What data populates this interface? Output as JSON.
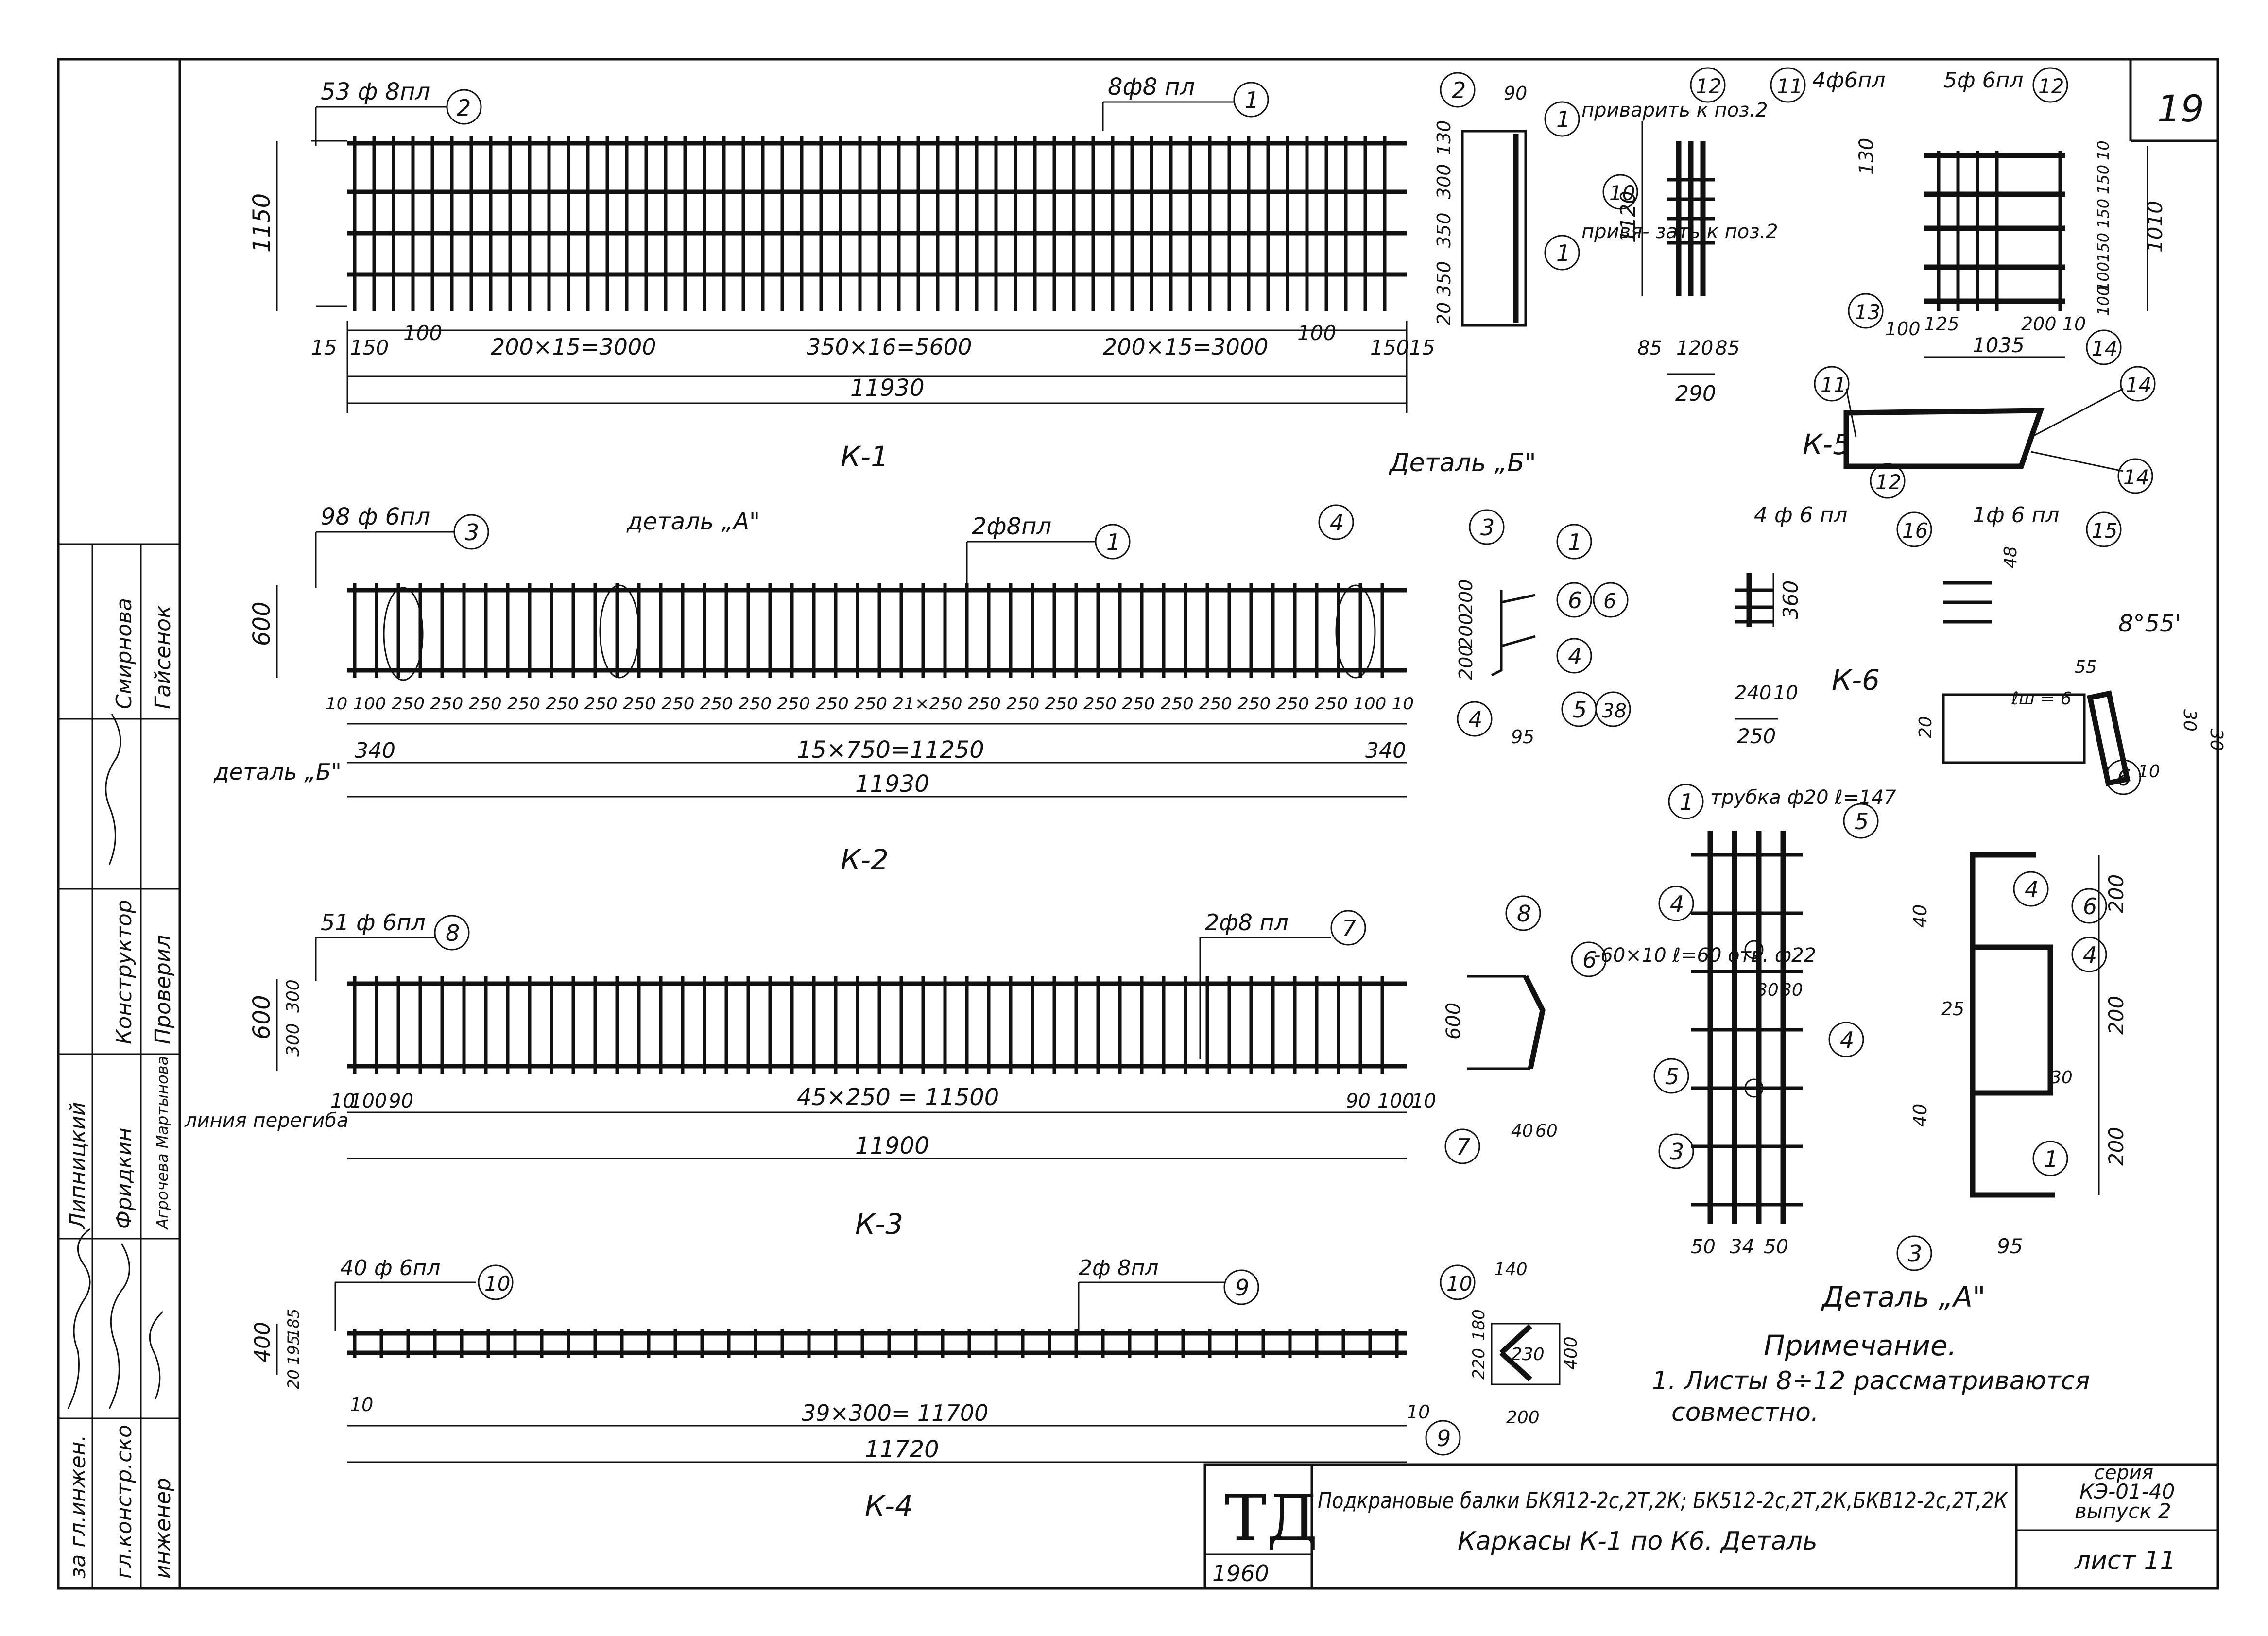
{
  "sheet_number": "19",
  "stamp": {
    "logo": "ТД",
    "year": "1960"
  },
  "title": {
    "line1": "Подкрановые балки БКЯ12-2с,2Т,2К; БК512-2с,2Т,2К,БКВ12-2с,2Т,2К",
    "line2": "Каркасы К-1 по К6. Деталь"
  },
  "series": {
    "line1": "серия",
    "line2": "КЭ-01-40",
    "line3": "выпуск 2"
  },
  "sheet_label": "лист 11",
  "signature_block": {
    "roles": [
      "за гл.инжен.",
      "гл.констр.ско",
      "инженер"
    ],
    "row_labels": [
      "Смирнова",
      "Гайсенок",
      "Конструктор",
      "Проверил",
      "Липницкий",
      "Фридкин",
      "Агрочева Мартынова"
    ]
  },
  "note": {
    "title": "Примечание.",
    "text1": "1. Листы 8÷12 рассматриваются",
    "text2": "совместно."
  },
  "k1": {
    "name": "К-1",
    "callout_bars2": "53 ф 8пл",
    "callout_bars1": "8ф8 пл",
    "height": "1150",
    "dims": [
      "15",
      "150",
      "100",
      "200×15=3000",
      "350×16=5600",
      "200×15=3000",
      "100",
      "150",
      "15"
    ],
    "total": "11930",
    "section": {
      "w": "90",
      "h": [
        "130",
        "300",
        "350",
        "350",
        "20"
      ],
      "note1": "приварить к поз.2",
      "note2": "привя- зать к поз.2"
    }
  },
  "k2": {
    "name": "К-2",
    "callout_bars3": "98 ф 6пл",
    "detail_a": "деталь „А\"",
    "callout_bars1": "2ф8пл",
    "detail_b": "Деталь „Б\"",
    "detail_b2": "деталь „Б\"",
    "height": "600",
    "pitch": "10 100 250 250 250 250 250 250 250 250 250 250 250 250 250 21×250 250 250 250 250 250 250 250 250 250 250 100 10",
    "dims": [
      "340",
      "15×750=11250",
      "340"
    ],
    "total": "11930",
    "section": {
      "h": [
        "200",
        "200",
        "200"
      ],
      "w": "95",
      "num": "38"
    }
  },
  "k3": {
    "name": "К-3",
    "callout_bars8": "51 ф 6пл",
    "callout_bars7": "2ф8 пл",
    "height": "600",
    "h_parts": [
      "300",
      "300"
    ],
    "dims": [
      "10",
      "100",
      "90",
      "45×250 = 11500",
      "90",
      "100",
      "10"
    ],
    "total": "11900",
    "break_label": "линия перегиба",
    "section": {
      "h": "600",
      "w": [
        "40",
        "60"
      ]
    }
  },
  "k4": {
    "name": "К-4",
    "callout_bars10": "40 ф 6пл",
    "callout_bars9": "2ф 8пл",
    "height": "400",
    "h_parts": [
      "20",
      "195",
      "185"
    ],
    "dims": [
      "10",
      "39×300= 11700",
      "10"
    ],
    "total": "11720",
    "section": {
      "top": "140",
      "h": [
        "220",
        "180"
      ],
      "total_h": "400",
      "w": "200",
      "inner": "230"
    }
  },
  "k5": {
    "name": "К-5",
    "callout_bars11": "4ф6пл",
    "callout_bars12": "5ф 6пл",
    "elev_height": "1120",
    "elev_dims": [
      "85",
      "120",
      "85"
    ],
    "elev_total": "290",
    "plan_dims": [
      "130",
      "100",
      "125",
      "200",
      "10"
    ],
    "plan_total": "1035",
    "plan_height": "1010",
    "plan_vert": [
      "10",
      "150",
      "150",
      "150",
      "100",
      "100"
    ]
  },
  "k6": {
    "name": "К-6",
    "callout_bars16": "4 ф 6 пл",
    "callout_bars15": "1ф 6 пл",
    "height": "360",
    "dims": [
      "240",
      "10"
    ],
    "total": "250",
    "right_dim": "48"
  },
  "detail_a": {
    "title": "Деталь „А\"",
    "tube": "трубка ф20 ℓ=147",
    "plate": "-60×10 ℓ=60 отв. ф22",
    "dims_bottom": [
      "50",
      "34",
      "50"
    ],
    "dims_mid": [
      "30",
      "30"
    ],
    "right_dims": [
      "200",
      "200",
      "200",
      "40",
      "25",
      "40",
      "95",
      "30"
    ]
  },
  "detail_b": {
    "angle": "8°55'",
    "weld": "ℓш = 6",
    "dims": [
      "55",
      "20",
      "30",
      "30",
      "10"
    ]
  }
}
